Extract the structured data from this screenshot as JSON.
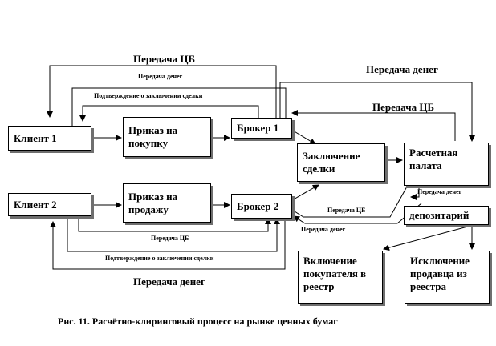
{
  "boxes": {
    "client1": "Клиент 1",
    "order_buy": "Приказ на покупку",
    "broker1": "Брокер 1",
    "deal": "Заключение сделки",
    "clearing": "Расчетная палата",
    "client2": "Клиент 2",
    "order_sell": "Приказ на продажу",
    "broker2": "Брокер 2",
    "depository": "депозитарий",
    "include_buyer": "Включение покупателя в реестр",
    "exclude_seller": "Исключение продавца из реестра"
  },
  "labels": {
    "top_securities": "Передача ЦБ",
    "top_money": "Передача денег",
    "top_confirm": "Подтверждение о заключении сделки",
    "right_money": "Передача денег",
    "right_securities": "Передача ЦБ",
    "clearing_money": "Передача денег",
    "broker2_securities": "Передача ЦБ",
    "broker2_money": "Передача денег",
    "bottom_securities": "Передача ЦБ",
    "bottom_confirm": "Подтверждение о заключении сделки",
    "bottom_money": "Передача денег"
  },
  "caption": "Рис. 11. Расчётно-клиринговый процесс на рынке ценных бумаг"
}
